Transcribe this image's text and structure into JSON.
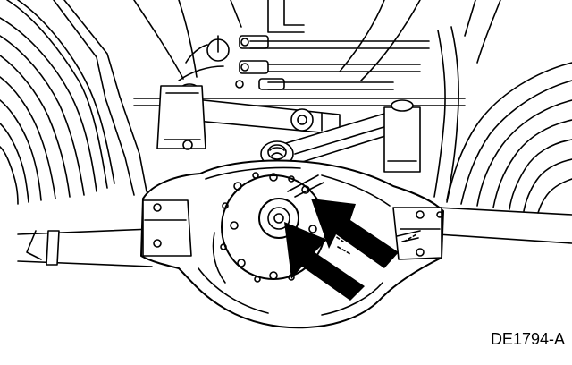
{
  "figure": {
    "code": "DE1794-A",
    "stroke_color": "#000000",
    "fill_color": "#ffffff",
    "callouts": [
      {
        "id": "arrow-upper",
        "points_to": "pinion-flange-seal"
      },
      {
        "id": "arrow-lower",
        "points_to": "pinion-flange-nut"
      }
    ]
  }
}
